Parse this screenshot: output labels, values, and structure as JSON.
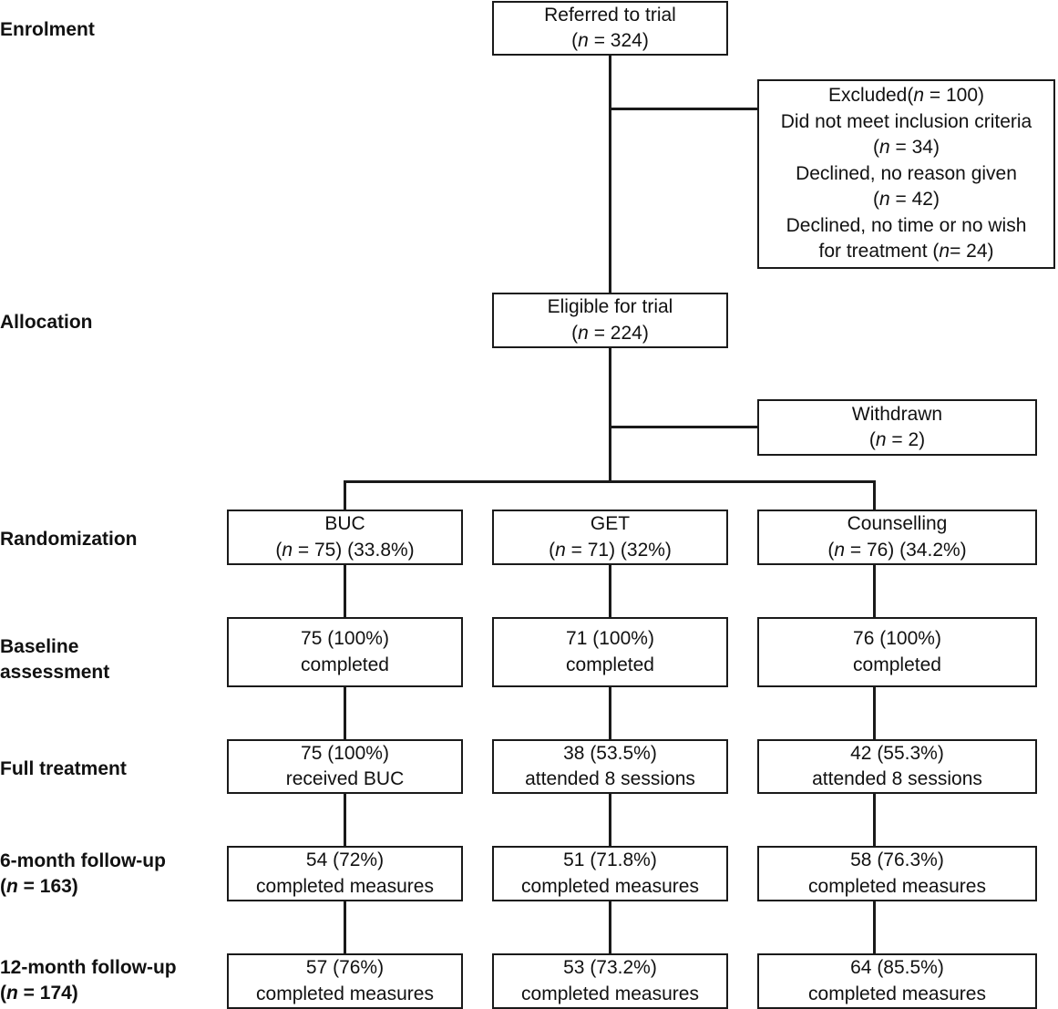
{
  "stages": [
    {
      "label": "Enrolment"
    },
    {
      "label": "Allocation"
    },
    {
      "label": "Randomization"
    },
    {
      "label": "Baseline assessment",
      "line1": "Baseline",
      "line2": "assessment"
    },
    {
      "label": "Full treatment"
    },
    {
      "label": "6-month follow-up",
      "n_symbol": "n",
      "n_value": " = 163)"
    },
    {
      "label": "12-month follow-up",
      "n_symbol": "n",
      "n_value": " = 174)"
    }
  ],
  "referred": {
    "title": "Referred to trial",
    "n_value": "= 324)"
  },
  "excluded": {
    "title": "Excluded(",
    "n_value": "= 100)",
    "reason1": "Did not meet inclusion criteria",
    "reason1_n": "= 34)",
    "reason2": "Declined, no reason given",
    "reason2_n": "= 42)",
    "reason3a": "Declined, no time or no wish",
    "reason3b": "for treatment (",
    "reason3_n": "= 24)"
  },
  "eligible": {
    "title": "Eligible for trial",
    "n_value": "= 224)"
  },
  "withdrawn": {
    "title": "Withdrawn",
    "n_value": "= 2)"
  },
  "arms": [
    {
      "name": "BUC",
      "n_value": "= 75) (33.8%)",
      "baseline_value": "75 (100%)",
      "baseline_text": "completed",
      "treatment_value": "75 (100%)",
      "treatment_text": "received BUC",
      "fu6_value": "54 (72%)",
      "fu6_text": "completed measures",
      "fu12_value": "57 (76%)",
      "fu12_text": "completed measures"
    },
    {
      "name": "GET",
      "n_value": "= 71) (32%)",
      "baseline_value": "71 (100%)",
      "baseline_text": "completed",
      "treatment_value": "38 (53.5%)",
      "treatment_text": "attended 8 sessions",
      "fu6_value": "51 (71.8%)",
      "fu6_text": "completed measures",
      "fu12_value": "53 (73.2%)",
      "fu12_text": "completed measures"
    },
    {
      "name": "Counselling",
      "n_value": "= 76) (34.2%)",
      "baseline_value": "76 (100%)",
      "baseline_text": "completed",
      "treatment_value": "42 (55.3%)",
      "treatment_text": "attended 8 sessions",
      "fu6_value": "58 (76.3%)",
      "fu6_text": "completed measures",
      "fu12_value": "64 (85.5%)",
      "fu12_text": "completed measures"
    }
  ]
}
